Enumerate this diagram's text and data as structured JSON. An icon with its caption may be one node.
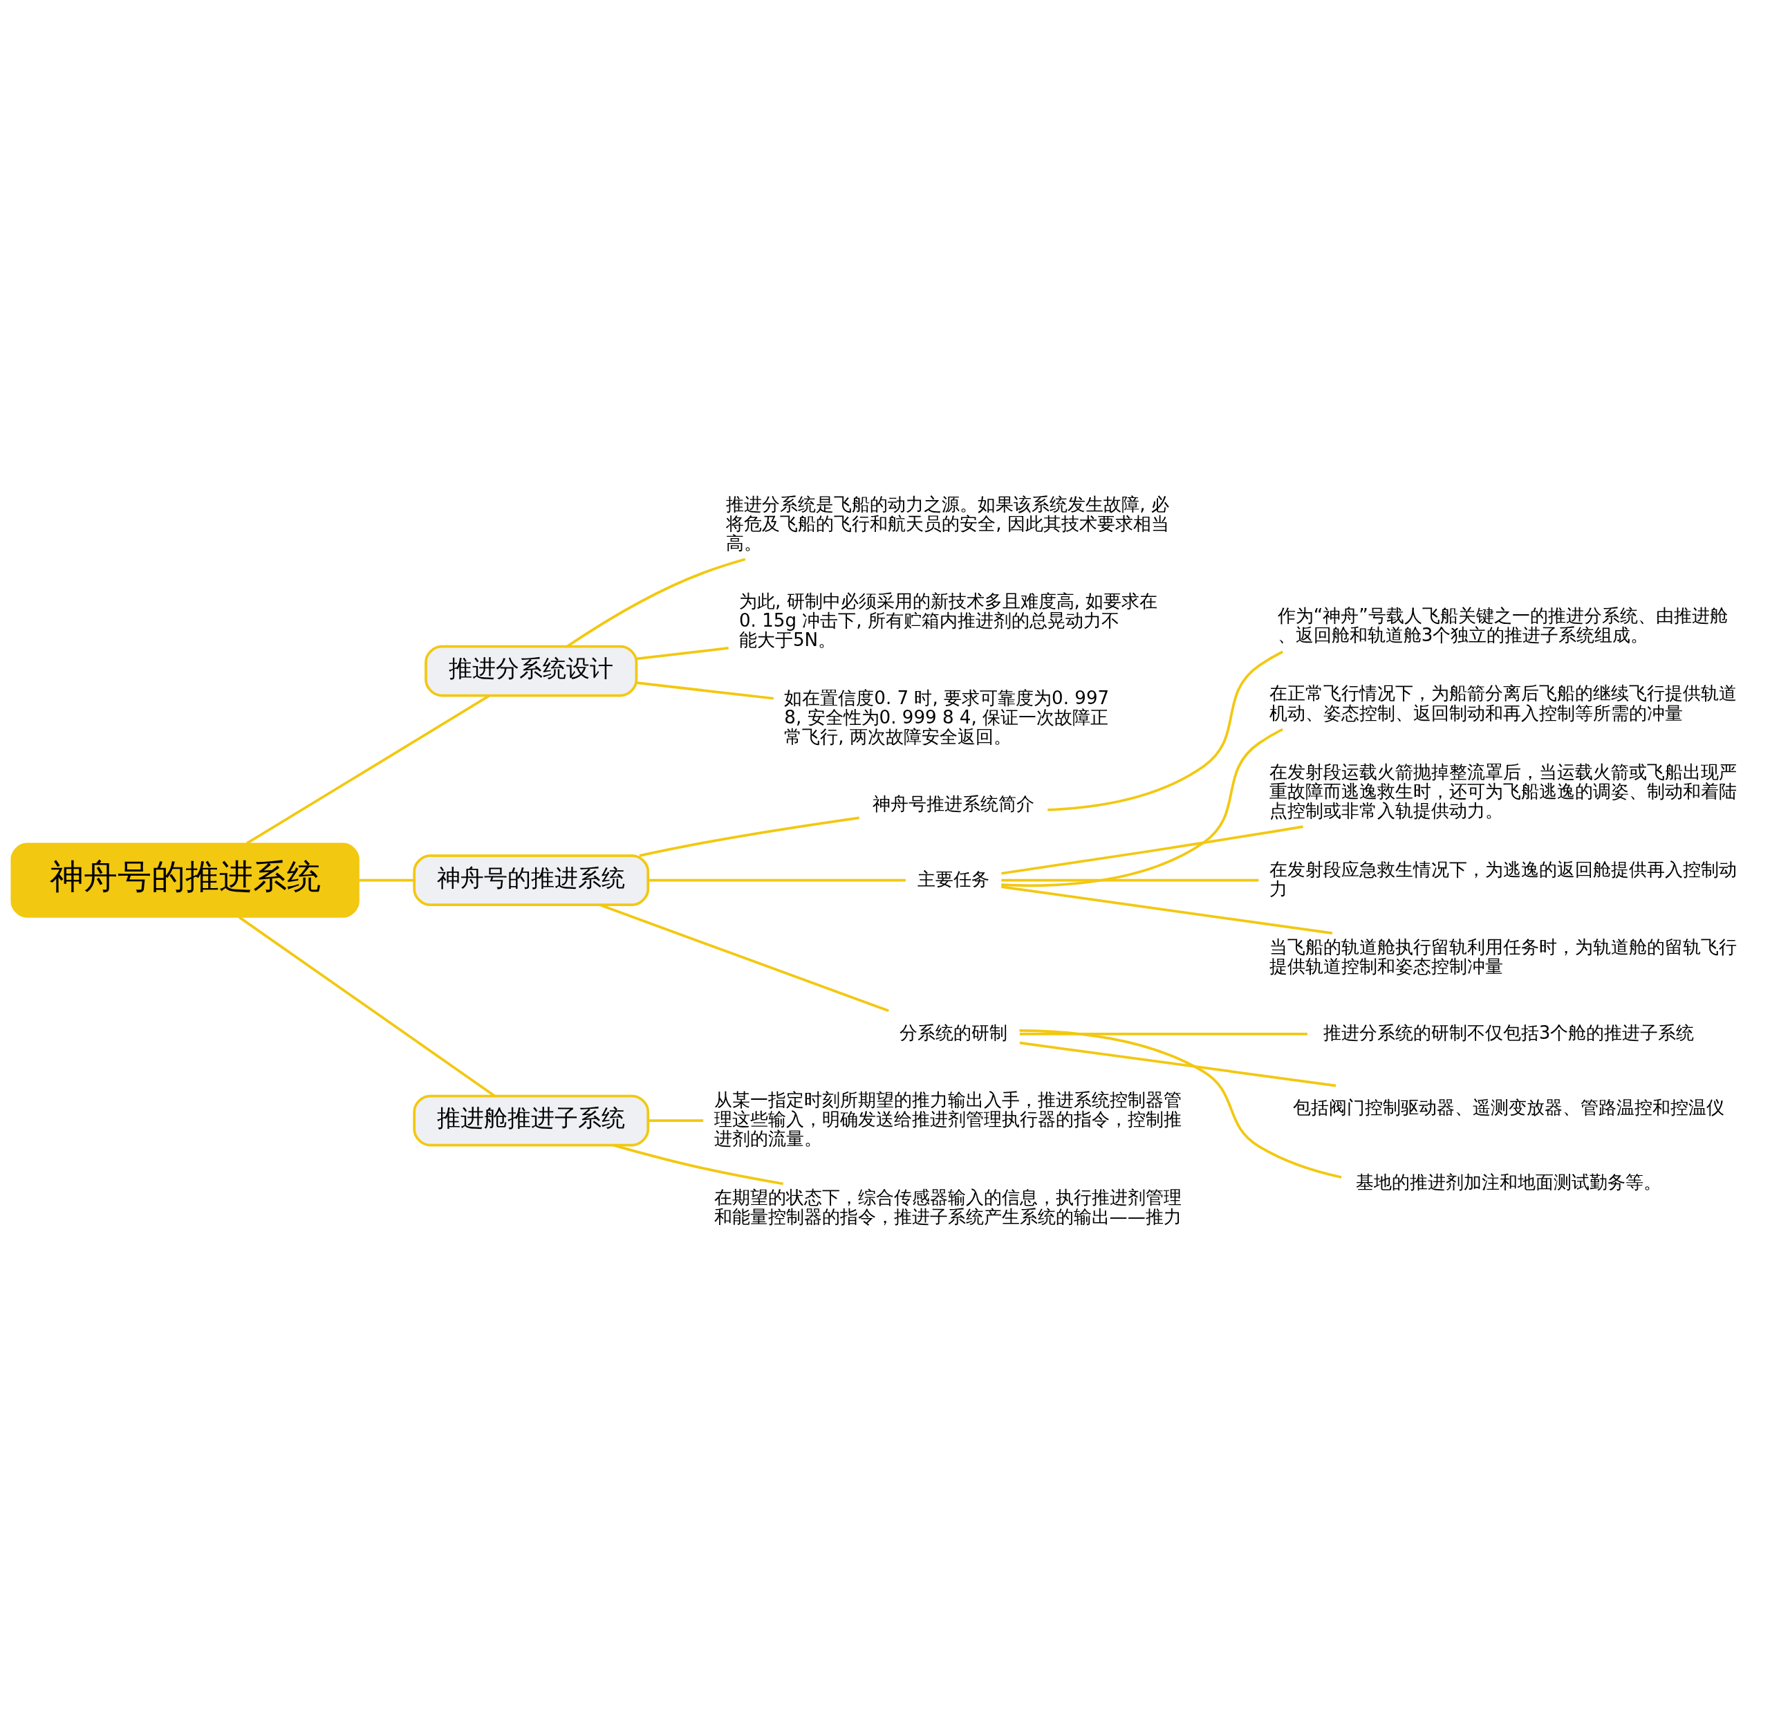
{
  "diagram": {
    "nodes": [
      {
        "text": [
          "神舟号的推进系统"
        ]
      },
      {
        "text": [
          "推进分系统设计"
        ]
      },
      {
        "text": [
          "推进分系统是飞船的动力之源。如果该系统发生故障, 必将危及飞船的飞行和航天员的安全, 因此其技术要求相当高。"
        ]
      },
      {
        "text": [
          "为此, 研制中必须采用的新技术多且难度高, 如要求在0. 15g 冲击下, 所有贮箱内推进剂的总晃动力不能大于5N。"
        ]
      },
      {
        "text": [
          "如在置信度0. 7 时, 要求可靠度为0. 997 8, 安全性为0. 999 8 4, 保证一次故障正常飞行, 两次故障安全返回。"
        ]
      },
      {
        "text": [
          "神舟号的推进系统"
        ]
      },
      {
        "text": [
          "神舟号推进系统简介"
        ]
      },
      {
        "text": [
          "作为“神舟”号载人飞船关键之一的推进分系统、由推进舱、返回舱和轨道舱3个独立的推进子系统组成。"
        ]
      },
      {
        "text": [
          "主要任务"
        ]
      },
      {
        "text": [
          "在正常飞行情况下，为船箭分离后飞船的继续飞行提供轨道机动、姿态控制、返回制动和再入控制等所需的冲量"
        ]
      },
      {
        "text": [
          "在发射段运载火箭抛掉整流罩后，当运载火箭或飞船出现严重故障而逃逸救生时，还可为飞船逃逸的调姿、制动和着陆点控制或非常入轨提供动力。"
        ]
      },
      {
        "text": [
          "在发射段应急救生情况下，为逃逸的返回舱提供再入控制动力"
        ]
      },
      {
        "text": [
          "当飞船的轨道舱执行留轨利用任务时，为轨道舱的留轨飞行提供轨道控制和姿态控制冲量"
        ]
      },
      {
        "text": [
          "分系统的研制"
        ]
      },
      {
        "text": [
          "推进分系统的研制不仅包括3个舱的推进子系统"
        ]
      },
      {
        "text": [
          "包括阀门控制驱动器、遥测变放器、管路温控和控温仪"
        ]
      },
      {
        "text": [
          "基地的推进剂加注和地面测试勤务等。"
        ]
      },
      {
        "text": [
          "推进舱推进子系统"
        ]
      },
      {
        "text": [
          "从某一指定时刻所期望的推力输出入手，推进系统控制器管理这些输入，明确发送给推进剂管理执行器的指令，控制推进剂的流量。"
        ]
      },
      {
        "text": [
          "在期望的状态下，综合传感器输入的信息，执行推进剂管理和能量控制器的指令，推进子系统产生系统的输出——推力"
        ]
      }
    ],
    "edges": [
      {
        "from": 0,
        "to": 1,
        "arrow": "none"
      },
      {
        "from": 1,
        "to": 2,
        "arrow": "none"
      },
      {
        "from": 1,
        "to": 3,
        "arrow": "none"
      },
      {
        "from": 1,
        "to": 4,
        "arrow": "none"
      },
      {
        "from": 0,
        "to": 5,
        "arrow": "none"
      },
      {
        "from": 5,
        "to": 6,
        "arrow": "none"
      },
      {
        "from": 6,
        "to": 7,
        "arrow": "none"
      },
      {
        "from": 5,
        "to": 8,
        "arrow": "none"
      },
      {
        "from": 8,
        "to": 9,
        "arrow": "none"
      },
      {
        "from": 8,
        "to": 10,
        "arrow": "none"
      },
      {
        "from": 8,
        "to": 11,
        "arrow": "none"
      },
      {
        "from": 8,
        "to": 12,
        "arrow": "none"
      },
      {
        "from": 5,
        "to": 13,
        "arrow": "none"
      },
      {
        "from": 13,
        "to": 14,
        "arrow": "none"
      },
      {
        "from": 13,
        "to": 15,
        "arrow": "none"
      },
      {
        "from": 13,
        "to": 16,
        "arrow": "none"
      },
      {
        "from": 0,
        "to": 17,
        "arrow": "none"
      },
      {
        "from": 17,
        "to": 18,
        "arrow": "none"
      },
      {
        "from": 17,
        "to": 19,
        "arrow": "none"
      }
    ]
  }
}
